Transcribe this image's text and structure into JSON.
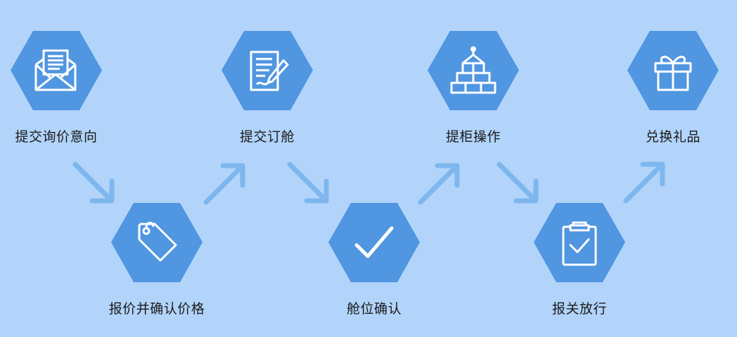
{
  "colors": {
    "background": "#b2d4fb",
    "hexagon": "#5096e0",
    "arrow": "#7eb6ee",
    "icon_stroke": "#ffffff",
    "text": "#1a1a1a"
  },
  "steps": [
    {
      "label": "提交询价意向",
      "icon": "envelope-letter-icon"
    },
    {
      "label": "报价并确认价格",
      "icon": "price-tag-icon"
    },
    {
      "label": "提交订舱",
      "icon": "document-pen-icon"
    },
    {
      "label": "舱位确认",
      "icon": "checkmark-icon"
    },
    {
      "label": "提柜操作",
      "icon": "container-stack-icon"
    },
    {
      "label": "报关放行",
      "icon": "clipboard-check-icon"
    },
    {
      "label": "兑换礼品",
      "icon": "gift-box-icon"
    }
  ]
}
